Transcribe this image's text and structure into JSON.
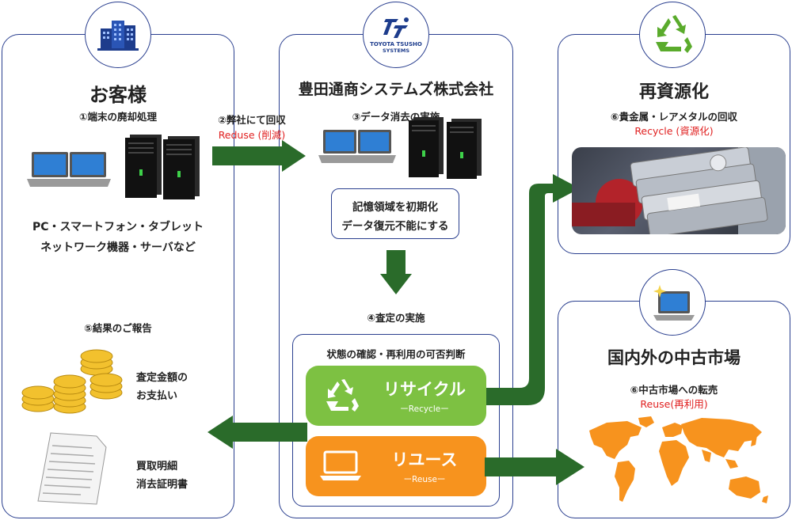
{
  "customer": {
    "title": "お客様",
    "step1": "①端末の廃却処理",
    "devices_line1": "PC・スマートフォン・タブレット",
    "devices_line2": "ネットワーク機器・サーバなど",
    "step5": "⑤結果のご報告",
    "payment_line1": "査定金額の",
    "payment_line2": "お支払い",
    "doc_line1": "買取明細",
    "doc_line2": "消去証明書"
  },
  "arrow_collect": {
    "label": "②弊社にて回収",
    "sublabel": "Reduse (削減)"
  },
  "company": {
    "logo_line1": "TOYOTA TSUSHO",
    "logo_line2": "SYSTEMS",
    "title": "豊田通商システムズ株式会社",
    "step3": "③データ消去の実施",
    "box_line1": "記憶領域を初期化",
    "box_line2": "データ復元不能にする",
    "step4": "④査定の実施",
    "judge_title": "状態の確認・再利用の可否判断",
    "recycle_label": "リサイクル",
    "recycle_sub": "ーRecycleー",
    "reuse_label": "リユース",
    "reuse_sub": "ーReuseー"
  },
  "recycle": {
    "title": "再資源化",
    "step6": "⑥貴金属・レアメタルの回収",
    "sublabel": "Recycle (資源化)"
  },
  "market": {
    "title": "国内外の中古市場",
    "step6": "⑥中古市場への転売",
    "sublabel": "Reuse(再利用)"
  },
  "colors": {
    "panel_border": "#2a3f8f",
    "arrow": "#2a6b2a",
    "recycle_button": "#7dc142",
    "reuse_button": "#f7931e",
    "accent_red": "#e02020",
    "map_orange": "#f7931e"
  }
}
